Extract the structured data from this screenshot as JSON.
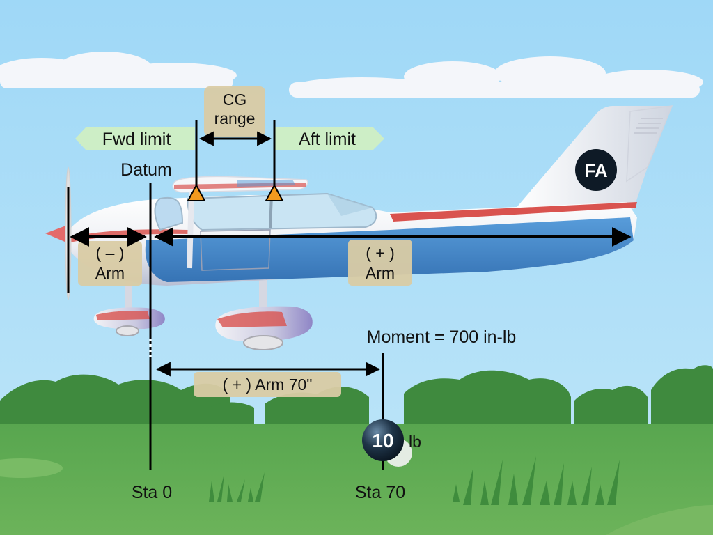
{
  "labels": {
    "fwd_limit": "Fwd limit",
    "aft_limit": "Aft limit",
    "cg_range_line1": "CG",
    "cg_range_line2": "range",
    "datum": "Datum",
    "neg_arm_sign": "( – )",
    "neg_arm_word": "Arm",
    "pos_arm_sign": "( + )",
    "pos_arm_word": "Arm",
    "moment": "Moment = 700 in-lb",
    "arm_70": "( + ) Arm 70\"",
    "weight_value": "10",
    "weight_unit": "lb",
    "sta_0": "Sta 0",
    "sta_70": "Sta 70",
    "logo_text": "FA"
  },
  "icons": {
    "logo": "fa-logo-icon",
    "weight": "weight-ball-icon",
    "limit_marker": "orange-triangle-icon"
  },
  "colors": {
    "sky": "#a9dcf6",
    "grass": "#5aa552",
    "tag_tan": "#d9cba4",
    "tag_green": "#cdeec6",
    "limit_orange": "#f29a1e",
    "fuselage_blue": "#3f85c9",
    "stripe_red": "#d9534f"
  }
}
